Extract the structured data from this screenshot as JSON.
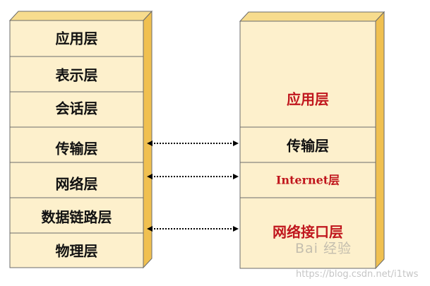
{
  "diagram": {
    "osi_model": {
      "layers": [
        "应用层",
        "表示层",
        "会话层",
        "传输层",
        "网络层",
        "数据链路层",
        "物理层"
      ]
    },
    "tcpip_model": {
      "layers": [
        "应用层",
        "传输层",
        "Internet层",
        "网络接口层"
      ]
    },
    "mappings": [
      {
        "from": "传输层",
        "to": "传输层"
      },
      {
        "from": "网络层",
        "to": "Internet层"
      },
      {
        "from": "数据链路层",
        "to": "网络接口层"
      }
    ],
    "colors": {
      "block_front": "#fdf0cc",
      "block_side": "#f0c050",
      "block_top": "#f7dc8e",
      "border": "#6b6b6b",
      "text_black": "#111111",
      "text_red": "#c0161d",
      "arrow": "#000000"
    }
  },
  "watermarks": {
    "baidu": "Bai 经验",
    "url": "https://blog.csdn.net/i1tws"
  }
}
